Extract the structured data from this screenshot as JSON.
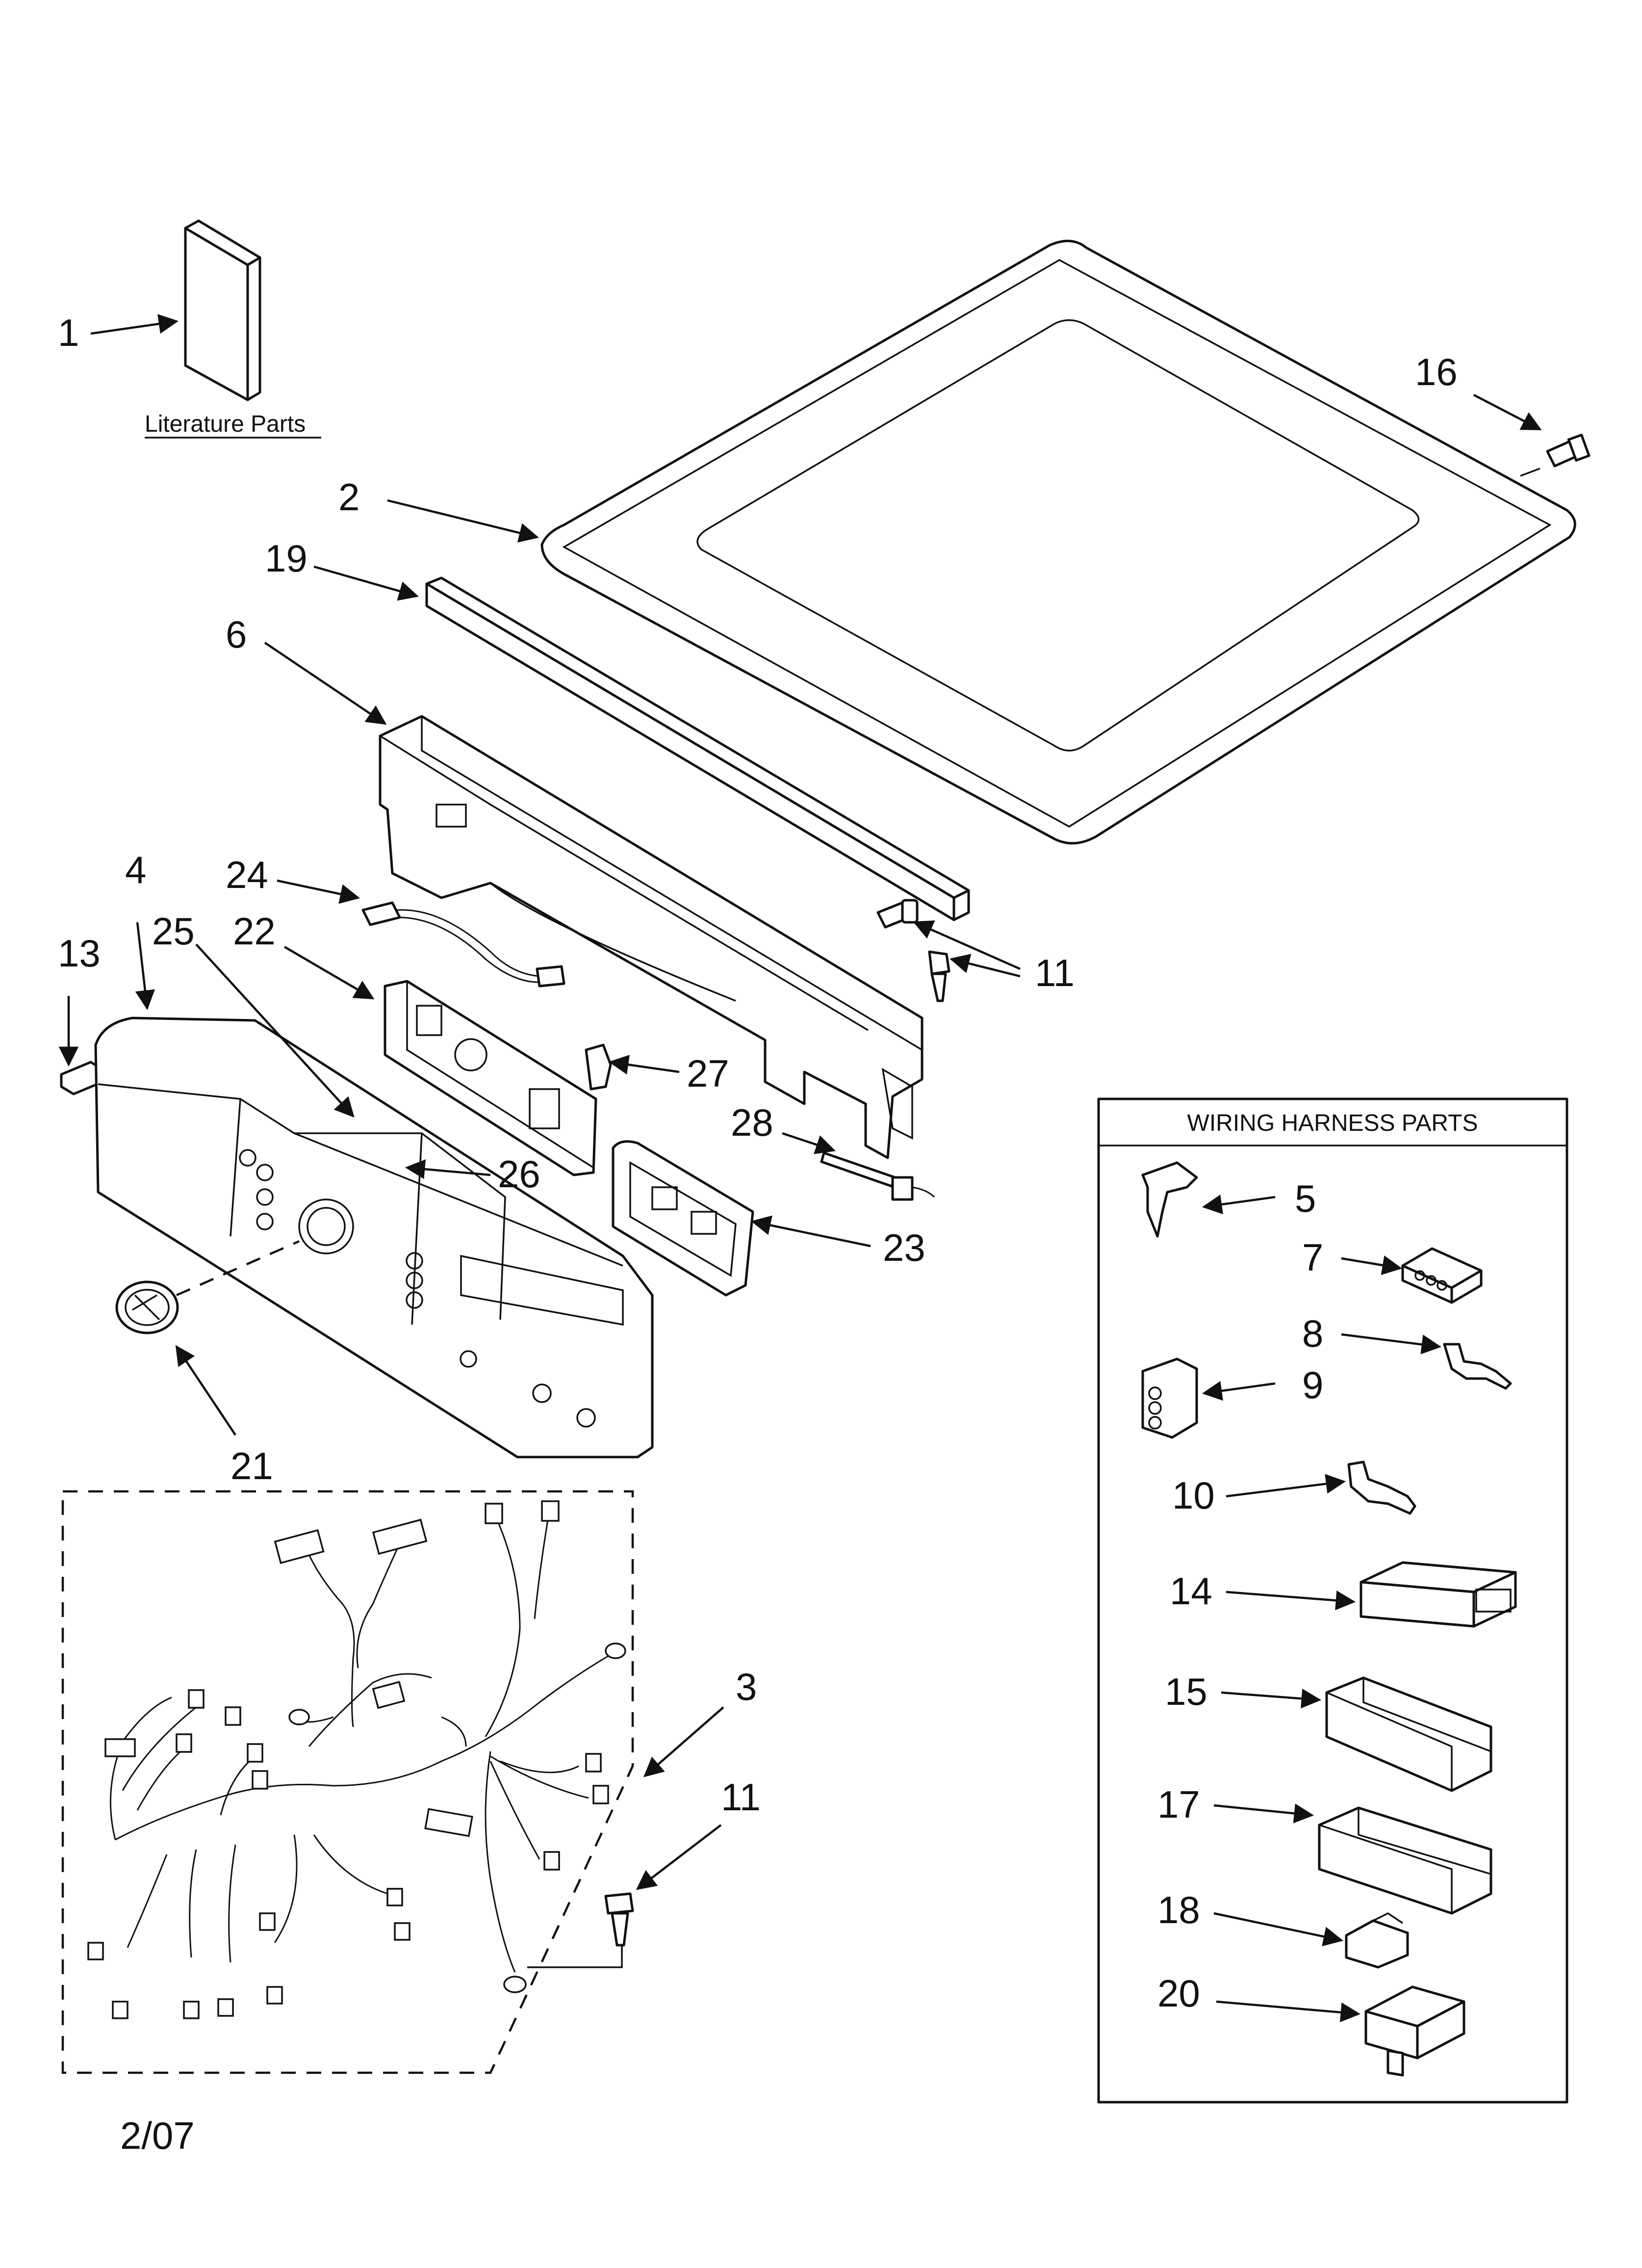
{
  "literature_caption": "Literature Parts",
  "wiring_box_title": "WIRING HARNESS PARTS",
  "date_code": "2/07",
  "callouts": {
    "c1": "1",
    "c2": "2",
    "c3": "3",
    "c4": "4",
    "c5": "5",
    "c6": "6",
    "c7": "7",
    "c8": "8",
    "c9": "9",
    "c10": "10",
    "c11a": "11",
    "c11b": "11",
    "c13": "13",
    "c14": "14",
    "c15": "15",
    "c16": "16",
    "c17": "17",
    "c18": "18",
    "c19": "19",
    "c20": "20",
    "c21": "21",
    "c22": "22",
    "c23": "23",
    "c24": "24",
    "c25": "25",
    "c26": "26",
    "c27": "27",
    "c28": "28"
  },
  "colors": {
    "line": "#111111",
    "background": "#ffffff"
  }
}
